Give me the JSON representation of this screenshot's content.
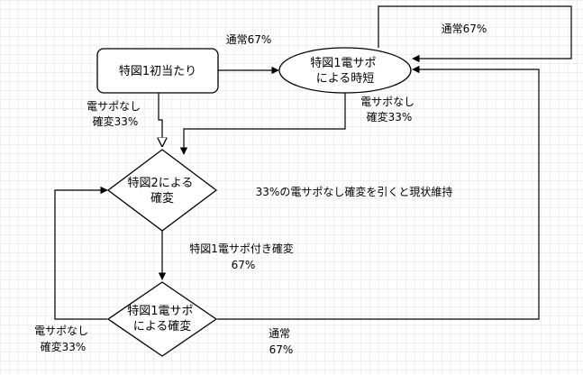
{
  "nodes": {
    "start": {
      "lines": [
        "特図1初当たり"
      ]
    },
    "jitan": {
      "lines": [
        "特図1電サポ",
        "による時短"
      ]
    },
    "kakuhen2": {
      "lines": [
        "特図2による",
        "確変"
      ]
    },
    "kakuhen1": {
      "lines": [
        "特図1電サポ",
        "による確変"
      ]
    }
  },
  "edges": {
    "start_to_jitan": {
      "lines": [
        "通常67%"
      ]
    },
    "start_to_kakuhen2": {
      "lines": [
        "電サポなし",
        "確変33%"
      ]
    },
    "jitan_loop": {
      "lines": [
        "通常67%"
      ]
    },
    "jitan_to_kakuhen2": {
      "lines": [
        "電サポなし",
        "確変33%"
      ]
    },
    "kakuhen2_to_kakuhen1": {
      "lines": [
        "特図1電サポ付き確変",
        "67%"
      ]
    },
    "kakuhen1_to_kakuhen2": {
      "lines": [
        "電サポなし",
        "確変33%"
      ]
    },
    "kakuhen1_to_jitan": {
      "lines": [
        "通常",
        "67%"
      ]
    }
  },
  "note": {
    "lines": [
      "33%の電サポなし確変を引くと現状維持"
    ]
  }
}
